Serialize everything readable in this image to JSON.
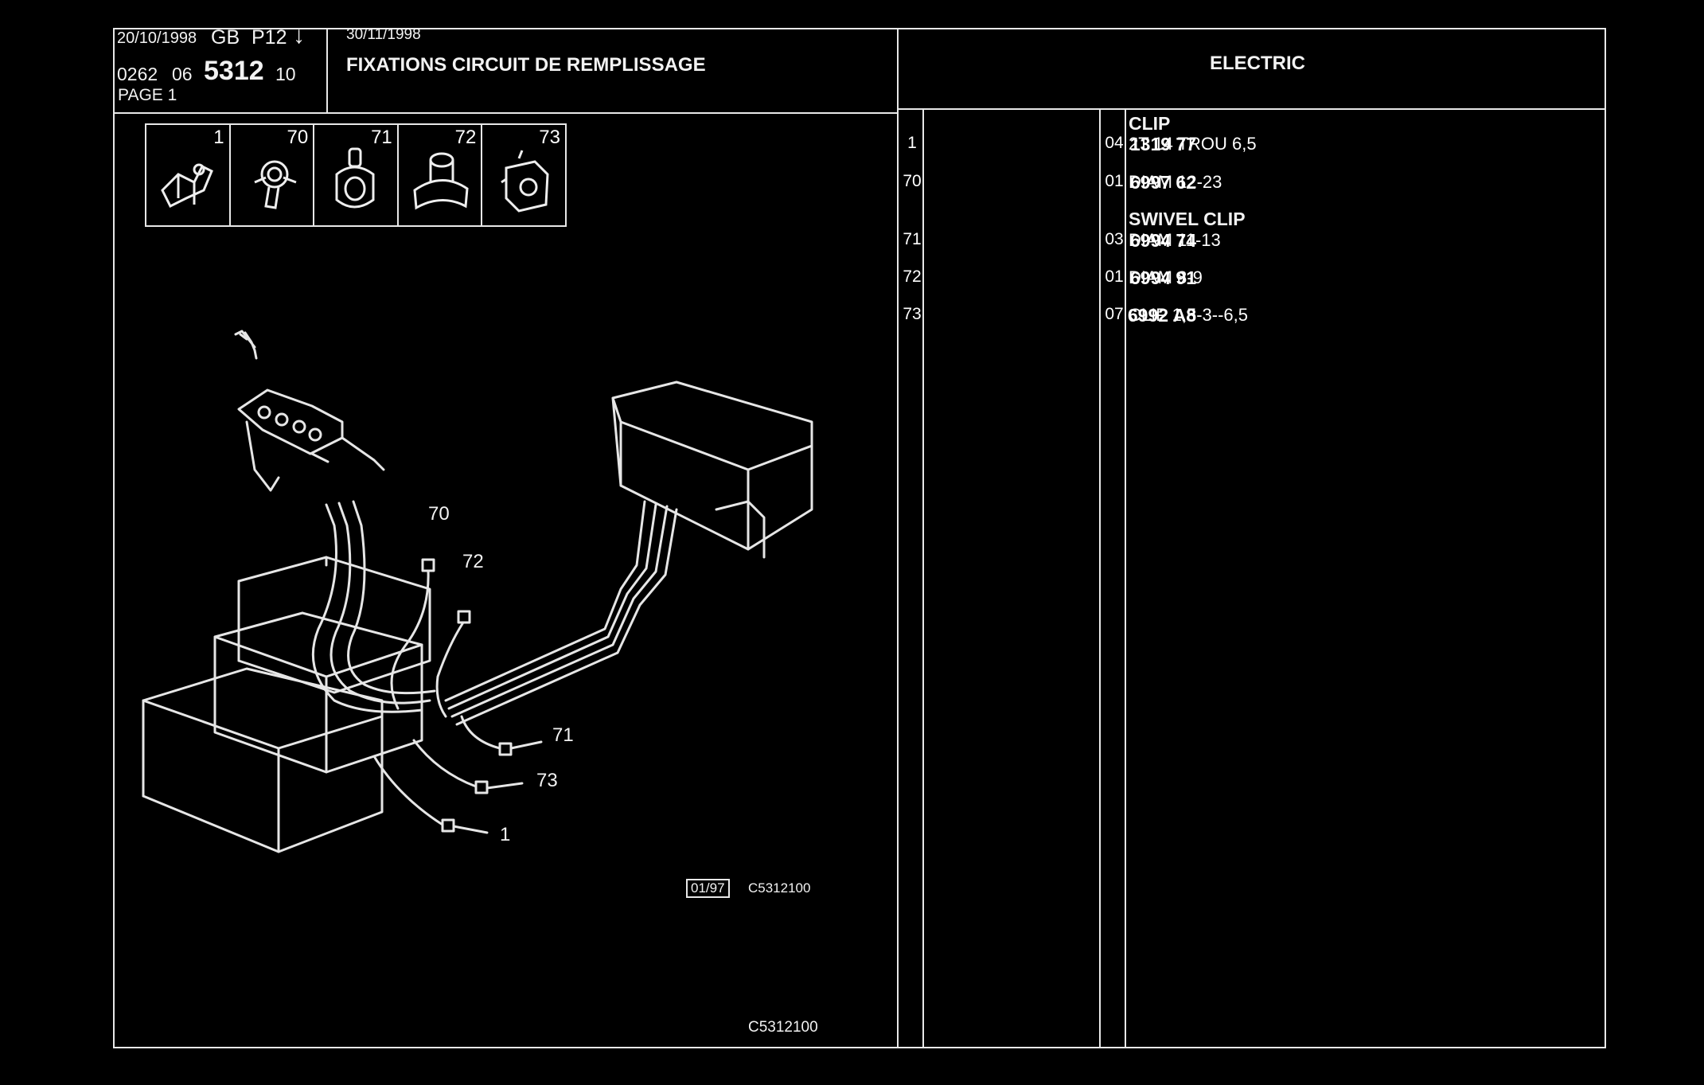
{
  "header": {
    "date1": "20/10/1998",
    "lang": "GB",
    "model": "P12",
    "arrow": "↓",
    "code_a": "0262",
    "code_b": "06",
    "code_main": "5312",
    "code_c": "10",
    "page_label": "PAGE 1",
    "date2": "30/11/1998",
    "title": "FIXATIONS CIRCUIT DE REMPLISSAGE",
    "section": "ELECTRIC"
  },
  "thumbnails": [
    {
      "num": "1",
      "icon": "bracket-clip-icon"
    },
    {
      "num": "70",
      "icon": "clip-icon"
    },
    {
      "num": "71",
      "icon": "swivel-clip-icon"
    },
    {
      "num": "72",
      "icon": "swivel-clip-icon"
    },
    {
      "num": "73",
      "icon": "clip-icon"
    }
  ],
  "callouts": {
    "c70": "70",
    "c72": "72",
    "c71": "71",
    "c73": "73",
    "c1": "1"
  },
  "drawing_ref": {
    "date_box": "01/97",
    "code": "C5312100",
    "footer_code": "C5312100"
  },
  "parts": {
    "group1_title": "CLIP",
    "group2_title": "SWIVEL CLIP",
    "rows": [
      {
        "idx": "1",
        "ref": "1319 77",
        "qty": "04",
        "desc": "2T 14 TROU 6,5"
      },
      {
        "idx": "70",
        "ref": "6997 62",
        "qty": "01",
        "desc": "DIAM 12-23"
      },
      {
        "idx": "71",
        "ref": "6994 74",
        "qty": "03",
        "desc": "DIAM 11-13"
      },
      {
        "idx": "72",
        "ref": "6994 91",
        "qty": "01",
        "desc": "DIAM 8-9"
      },
      {
        "idx": "73",
        "ref": "6992 A8",
        "qty": "07",
        "desc": "CLIP 1,5-3--6,5"
      }
    ]
  }
}
